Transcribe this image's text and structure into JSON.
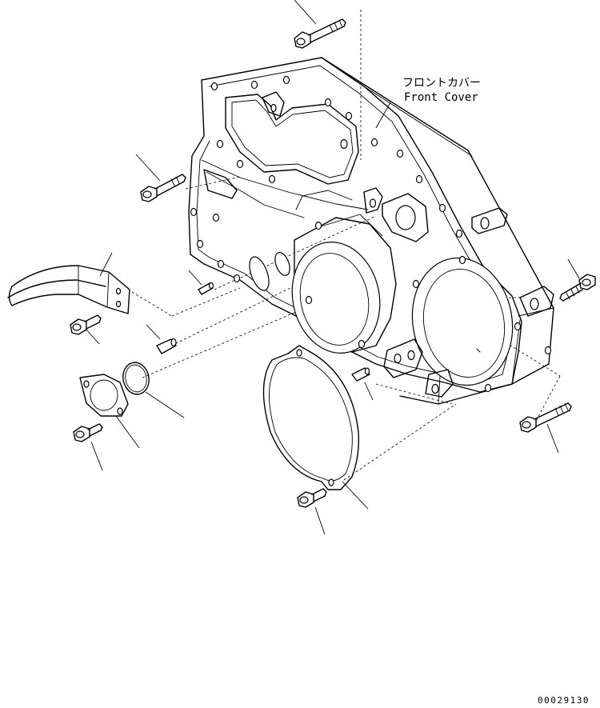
{
  "callout": {
    "japanese": "フロントカバー",
    "english": "Front Cover"
  },
  "drawing_number": "00029130",
  "colors": {
    "line": "#000000",
    "background": "#ffffff"
  }
}
